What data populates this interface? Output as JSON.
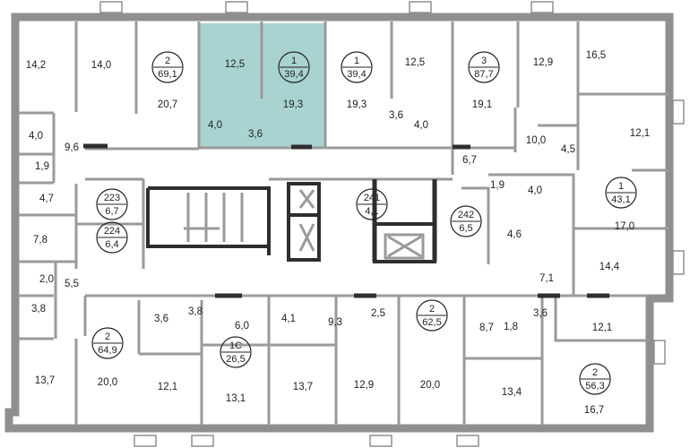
{
  "plan": {
    "highlight_color": "#a9d3d1",
    "rooms": [
      "14,2",
      "14,0",
      "20,7",
      "12,5",
      "19,3",
      "4,0",
      "3,6",
      "19,3",
      "12,5",
      "3,6",
      "4,0",
      "19,1",
      "12,9",
      "16,5",
      "10,0",
      "4,5",
      "12,1",
      "6,7",
      "1,9",
      "4,0",
      "17,0",
      "4,6",
      "14,4",
      "7,1",
      "4,0",
      "9,6",
      "1,9",
      "4,7",
      "7,8",
      "2,0",
      "5,5",
      "3,8",
      "3,6",
      "3,8",
      "6,0",
      "4,1",
      "9,3",
      "2,5",
      "8,7",
      "1,8",
      "3,6",
      "12,1",
      "13,7",
      "20,0",
      "12,1",
      "13,1",
      "13,7",
      "12,9",
      "20,0",
      "13,4",
      "16,7"
    ],
    "apartments": [
      {
        "rooms": "2",
        "area": "69,1"
      },
      {
        "rooms": "1",
        "area": "39,4"
      },
      {
        "rooms": "1",
        "area": "39,4"
      },
      {
        "rooms": "3",
        "area": "87,7"
      },
      {
        "rooms": "1",
        "area": "43,1"
      },
      {
        "rooms": "223",
        "area": "6,7"
      },
      {
        "rooms": "224",
        "area": "6,4"
      },
      {
        "rooms": "241",
        "area": "4,1"
      },
      {
        "rooms": "242",
        "area": "6,5"
      },
      {
        "rooms": "2",
        "area": "64,9"
      },
      {
        "rooms": "1С",
        "area": "26,5"
      },
      {
        "rooms": "2",
        "area": "62,5"
      },
      {
        "rooms": "2",
        "area": "56,3"
      }
    ]
  }
}
